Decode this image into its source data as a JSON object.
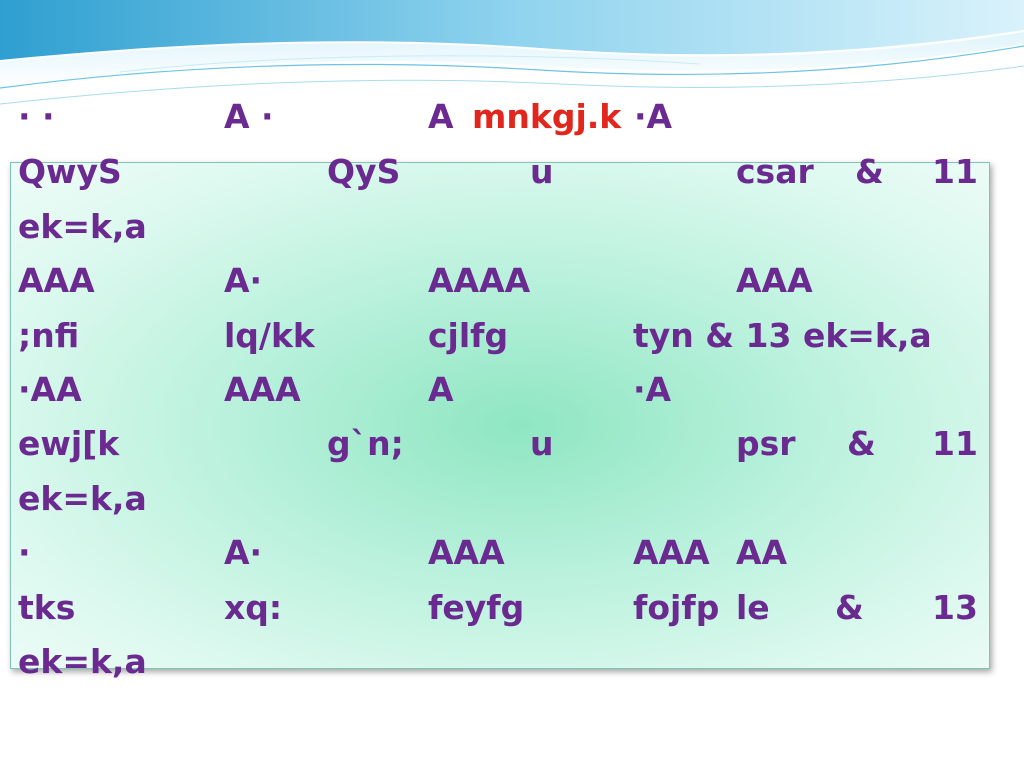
{
  "title": {
    "dots": "· ·",
    "a1": "A ·",
    "a2": "A",
    "red": "mnkgj.k",
    "tail": "·A"
  },
  "rows": [
    [
      "QwyS",
      "QyS",
      "u",
      "csar",
      "&",
      "11"
    ],
    [
      "ek=k,a"
    ],
    [
      "AAA",
      "A·",
      "AAAA",
      "AAA"
    ],
    [
      ";nfi",
      "lq/kk",
      "cjlfg",
      "tyn  & 13 ek=k,a"
    ],
    [
      "·AA",
      "AAA",
      "A",
      "·A"
    ],
    [
      "ewj[k",
      "g`n;",
      "u",
      "psr",
      "&",
      "11"
    ],
    [
      "ek=k,a"
    ],
    [
      "·",
      "A·",
      "AAA",
      "AAA",
      "AA"
    ],
    [
      "tks",
      "xq:",
      "feyfg",
      "fojfp",
      "le",
      "&",
      "13"
    ],
    [
      "ek=k,a"
    ]
  ],
  "colors": {
    "text": "#6b2a90",
    "accent": "#e1271d",
    "panel": "#b9f1dc",
    "wave": "#3aaed8"
  }
}
